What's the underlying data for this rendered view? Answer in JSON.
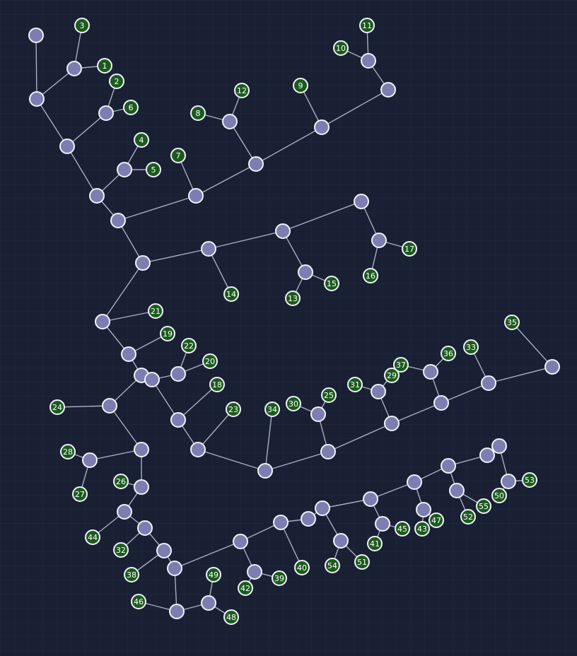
{
  "graph": {
    "colors": {
      "background": "#1a2033",
      "edge": "#a9afc4",
      "node_fill": "#7c7eb1",
      "leaf_fill": "#1c5a1e",
      "outline": "#f1f2f8",
      "label": "#ffffff"
    },
    "labeled_nodes": [
      "1",
      "2",
      "3",
      "4",
      "5",
      "6",
      "7",
      "8",
      "9",
      "10",
      "11",
      "12",
      "13",
      "14",
      "15",
      "16",
      "17",
      "18",
      "19",
      "20",
      "21",
      "22",
      "23",
      "24",
      "25",
      "26",
      "27",
      "28",
      "29",
      "30",
      "31",
      "32",
      "33",
      "34",
      "35",
      "36",
      "37",
      "38",
      "39",
      "40",
      "41",
      "42",
      "43",
      "44",
      "45",
      "46",
      "47",
      "48",
      "49",
      "50",
      "51",
      "52",
      "53",
      "54",
      "55"
    ]
  }
}
